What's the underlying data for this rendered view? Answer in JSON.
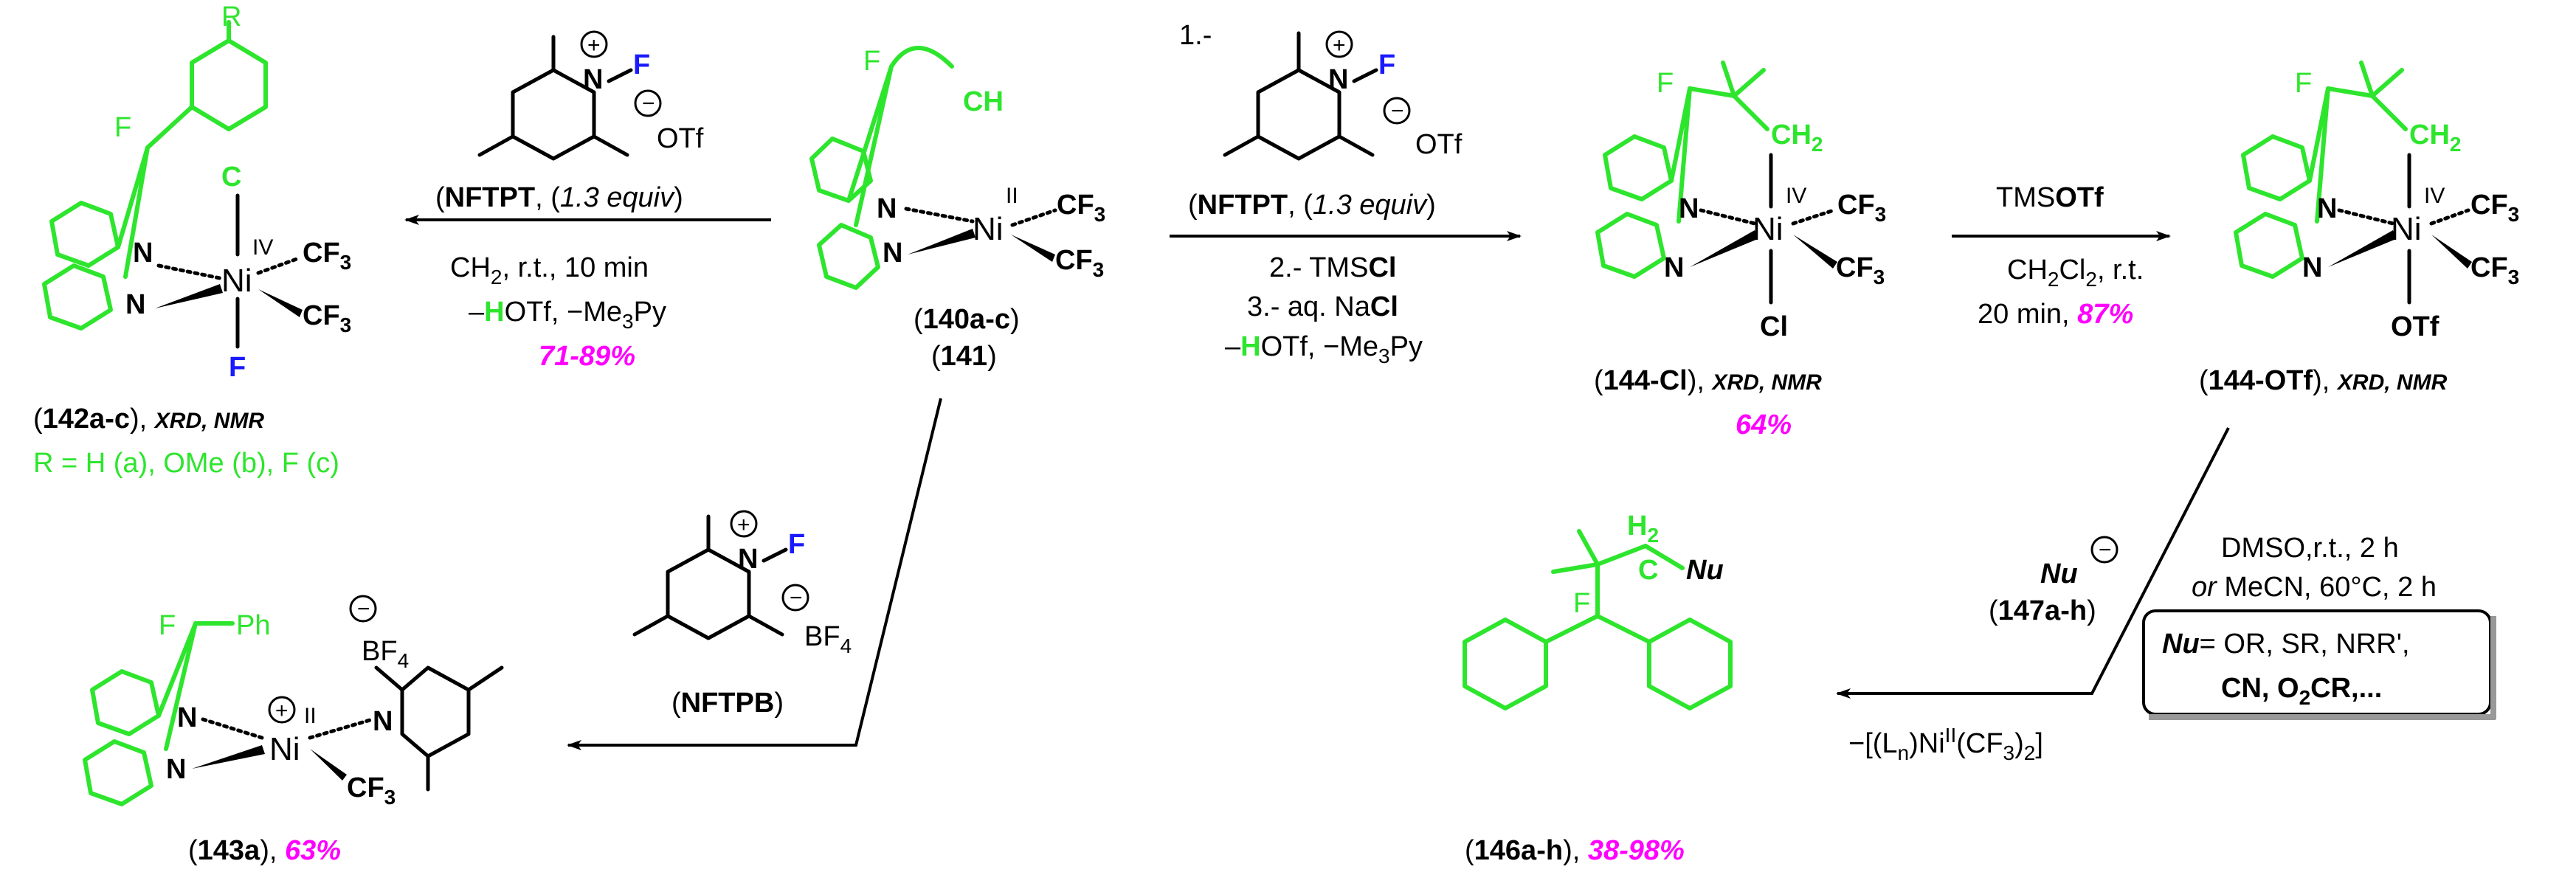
{
  "colors": {
    "ligand": "#2ee52e",
    "yield": "#ff00ff",
    "fluorine": "#1a1aff",
    "text": "#000000"
  },
  "reagent": {
    "name_pt": "NFTPT",
    "name_pb": "NFTPB",
    "equiv": "1.3 equiv",
    "f": "F",
    "plus": "+",
    "minus": "−",
    "otf": "OTf",
    "bf4": "BF",
    "bf4_sub": "4"
  },
  "c140": {
    "label_a": "140a-c",
    "label_b": "141",
    "ni": "Ni",
    "ox": "II",
    "cf3": "CF",
    "sub3": "3",
    "f": "F",
    "ch": "CH",
    "n": "N"
  },
  "c142": {
    "label": "142a-c",
    "tag": "XRD, NMR",
    "r": "R",
    "ox": "IV",
    "r_def": "R = H (a), OMe (b), F (c)"
  },
  "c143": {
    "label": "143a",
    "yield": "63%",
    "ph": "Ph",
    "ox": "II"
  },
  "c144cl": {
    "label": "144-Cl",
    "tag": "XRD, NMR",
    "yield": "64%",
    "ch2": "CH",
    "sub2": "2",
    "cl": "Cl",
    "ox": "IV"
  },
  "c144otf": {
    "label": "144-OTf",
    "tag": "XRD, NMR",
    "otf": "OTf",
    "ox": "IV"
  },
  "c146": {
    "label": "146a-h",
    "yield": "38-98%",
    "h2": "H",
    "nu": "Nu"
  },
  "arrow_142": {
    "solvent": "CH",
    "cond": ", r.t., 10 min",
    "loss_h": "H",
    "loss_rest": "OTf, −Me",
    "py": "Py",
    "yield": "71-89%"
  },
  "arrow_144": {
    "step1": "1.-",
    "step2_pre": "2.- TMS",
    "step2_bold": "Cl",
    "step3_pre": "3.- aq. Na",
    "step3_bold": "Cl",
    "loss_rest": "OTf, −Me",
    "py": "Py"
  },
  "arrow_otf": {
    "reagent_pre": "TMS",
    "reagent_bold": "OTf",
    "cond1": ", r.t.",
    "cond2": "20 min, ",
    "yield": "87%"
  },
  "arrow_146": {
    "nu_label": "Nu",
    "nu_comp": "147a-h",
    "cond1": "DMSO,r.t., 2 h",
    "cond2_or": "or",
    "cond2": " MeCN, 60°C, 2 h",
    "box1": "= OR, SR, NRR',",
    "box2": "CN, O",
    "box2b": "CR,...",
    "byprod": "−[(L",
    "byprod_n": "n",
    "byprod_mid": ")Ni",
    "byprod_ox": "II",
    "byprod_end": "(CF",
    "byprod_end2": ")",
    "byprod_sub": "2",
    "byprod_close": "]"
  }
}
